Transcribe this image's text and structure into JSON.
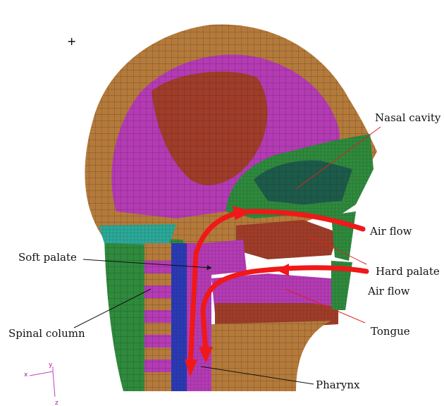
{
  "labels": {
    "nasal_cavity": "Nasal cavity",
    "air_flow_upper": "Air flow",
    "hard_palate": "Hard palate",
    "air_flow_lower": "Air flow",
    "tongue": "Tongue",
    "pharynx": "Pharynx",
    "soft_palate": "Soft palate",
    "spinal_column": "Spinal column"
  },
  "axes": {
    "x": "x",
    "y": "y",
    "z": "z"
  },
  "marker": "+",
  "colors": {
    "scalp": "#b57a3a",
    "brain": "#b53ab5",
    "core": "#a03c28",
    "green": "#2e8a3c",
    "teal": "#2aa898",
    "blue": "#2a3ab5",
    "arrow": "#f01818",
    "mesh": "#222222"
  }
}
